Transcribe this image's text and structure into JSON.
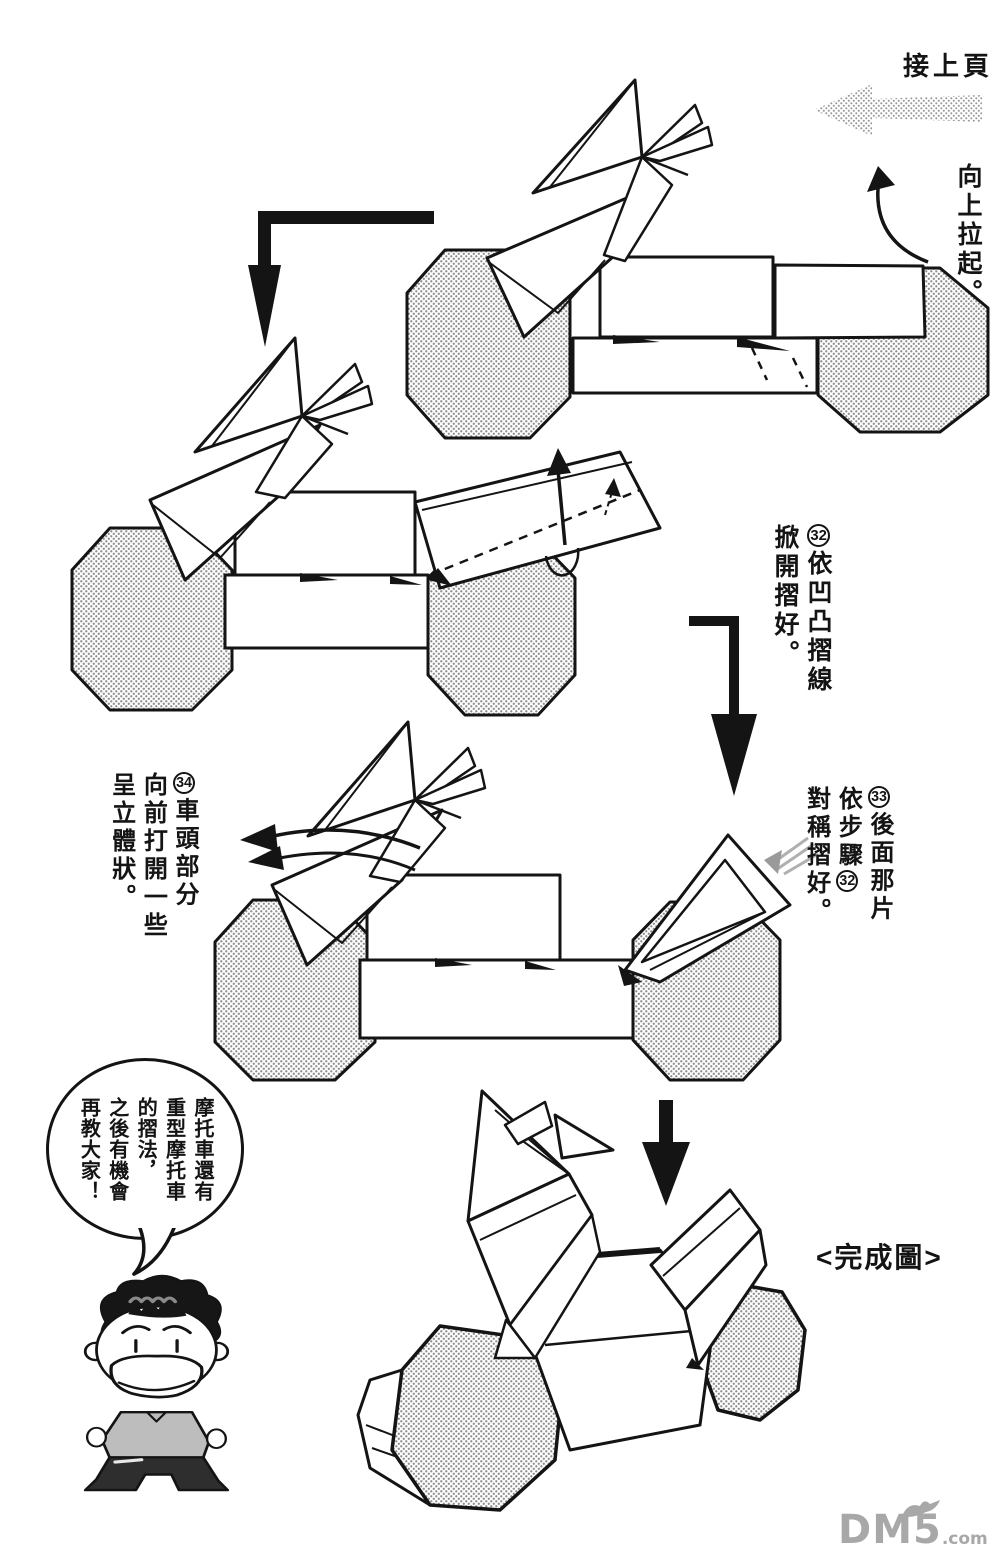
{
  "page": {
    "continued": "接上頁",
    "completed": "<完成圖>",
    "watermark_main": "DM5",
    "watermark_suffix": ".com"
  },
  "instructions": {
    "pull_up": "向上拉起。",
    "step32": {
      "num": "32",
      "line1": "依凹凸摺線",
      "line2": "掀開摺好。"
    },
    "step33": {
      "num": "33",
      "line1": "後面那片",
      "line2_pre": "依步驟",
      "line2_num": "32",
      "line3": "對稱摺好。"
    },
    "step34": {
      "num": "34",
      "line1": "車頭部分",
      "line2": "向前打開一些",
      "line3": "呈立體狀。"
    }
  },
  "speech": {
    "lines": [
      "摩托車還有",
      "重型摩托車",
      "的摺法，",
      "之後有機會",
      "再教大家！"
    ]
  },
  "colors": {
    "ink": "#141414",
    "halftone_dot": "#8f8f8f",
    "paper": "#ffffff",
    "watermark": "#a8a8a8"
  }
}
